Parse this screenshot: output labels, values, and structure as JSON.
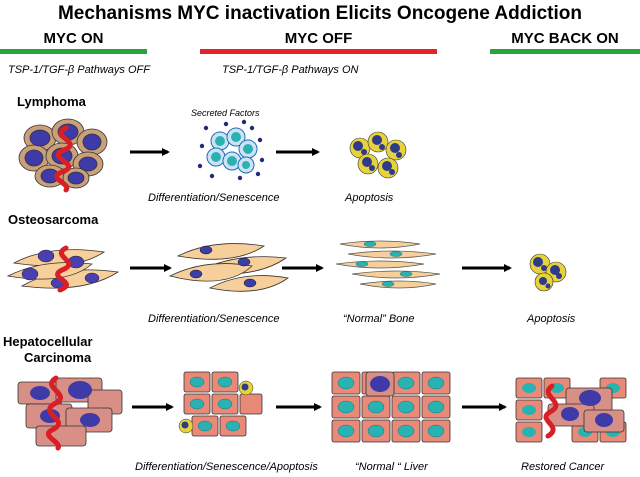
{
  "title": "Mechanisms MYC inactivation Elicits Oncogene Addiction",
  "phases": [
    {
      "label": "MYC ON",
      "color": "#2aa33a"
    },
    {
      "label": "MYC OFF",
      "color": "#e3232a"
    },
    {
      "label": "MYC BACK ON",
      "color": "#2aa33a"
    }
  ],
  "pathways": {
    "off": "TSP-1/TGF-β Pathways OFF",
    "on": "TSP-1/TGF-β Pathways ON"
  },
  "sections": {
    "lymphoma": {
      "label": "Lymphoma",
      "secreted_label": "Secreted Factors",
      "captions": [
        "Differentiation/Senescence",
        "Apoptosis"
      ]
    },
    "osteosarcoma": {
      "label": "Osteosarcoma",
      "captions": [
        "Differentiation/Senescence",
        "“Normal” Bone",
        "Apoptosis"
      ]
    },
    "hepatocellular": {
      "label_line1": "Hepatocellular",
      "label_line2": "Carcinoma",
      "captions": [
        "Differentiation/Senescence/Apoptosis",
        "“Normal “ Liver",
        "Restored Cancer"
      ]
    }
  },
  "colors": {
    "lymph_cell": "#caa07a",
    "nucleus_dark": "#3e3aa8",
    "myc_red": "#d81f26",
    "osteo_cell": "#f6cf9a",
    "teal": "#28b3b0",
    "liver_cell": "#e98a78",
    "apoptotic_yellow": "#e8d23a"
  }
}
